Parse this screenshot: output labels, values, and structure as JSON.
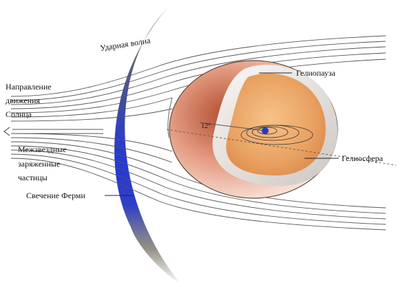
{
  "labels": {
    "bow_shock": "Ударная волна",
    "heliopause": "Гелиопауза",
    "heliosphere": "Гелиосфера",
    "sun_direction": [
      "Направление",
      "движения",
      "Солнца"
    ],
    "interstellar_particles": [
      "Межзвездные",
      "заряженные",
      "частицы"
    ],
    "fermi_glow": "Свечение Ферми",
    "angle": "12°"
  },
  "colors": {
    "shock_glow": "#2b3fd0",
    "shock_dark": "#4a4338",
    "heliopause_fill": "#e8a58c",
    "heliosphere_fill": "#e9a262",
    "sun": "#1f3ec8",
    "field_lines": "#555555"
  }
}
